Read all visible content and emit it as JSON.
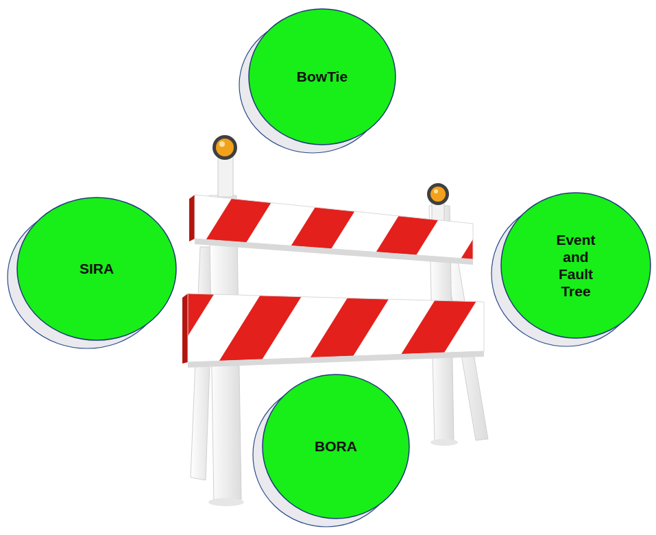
{
  "diagram": {
    "nodes": [
      {
        "text": [
          "BowTie"
        ]
      },
      {
        "text": [
          "SIRA"
        ]
      },
      {
        "text": [
          "Event and Fault Tree"
        ]
      },
      {
        "text": [
          "BORA"
        ]
      }
    ]
  }
}
